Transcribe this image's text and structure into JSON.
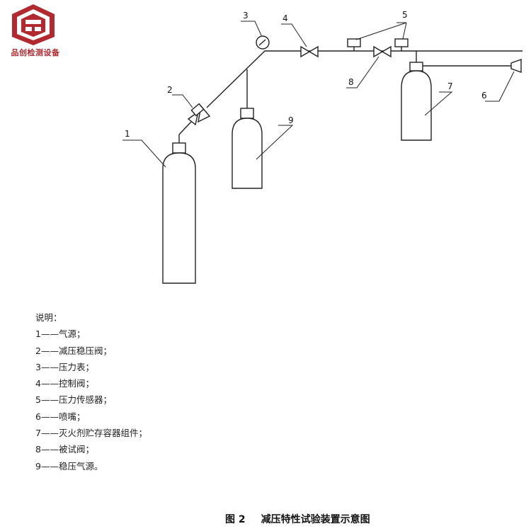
{
  "brand": {
    "name": "品创检测设备",
    "color": "#b22a2f"
  },
  "diagram": {
    "callouts": [
      "1",
      "2",
      "3",
      "4",
      "5",
      "6",
      "7",
      "8",
      "9"
    ]
  },
  "legend": {
    "title": "说明：",
    "items": [
      {
        "num": "1",
        "text": "气源；"
      },
      {
        "num": "2",
        "text": "减压稳压阀；"
      },
      {
        "num": "3",
        "text": "压力表；"
      },
      {
        "num": "4",
        "text": "控制阀；"
      },
      {
        "num": "5",
        "text": "压力传感器；"
      },
      {
        "num": "6",
        "text": "喷嘴；"
      },
      {
        "num": "7",
        "text": "灭火剂贮存容器组件；"
      },
      {
        "num": "8",
        "text": "被试阀；"
      },
      {
        "num": "9",
        "text": "稳压气源。"
      }
    ]
  },
  "caption": {
    "figure_number": "图 2",
    "title": "减压特性试验装置示意图"
  }
}
